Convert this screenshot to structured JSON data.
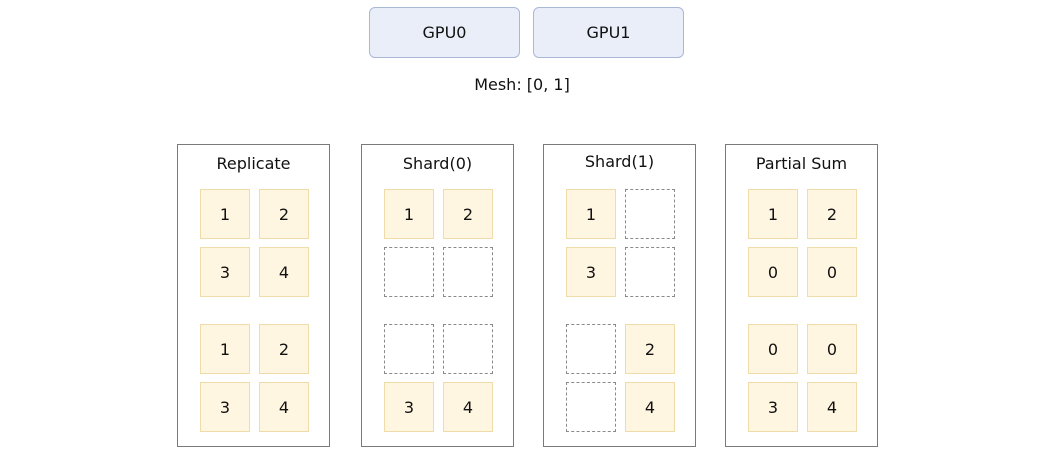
{
  "gpus": [
    {
      "label": "GPU0"
    },
    {
      "label": "GPU1"
    }
  ],
  "mesh_label": "Mesh: [0, 1]",
  "panels": [
    {
      "title": "Replicate",
      "gpu0": [
        [
          "1",
          "2"
        ],
        [
          "3",
          "4"
        ]
      ],
      "gpu1": [
        [
          "1",
          "2"
        ],
        [
          "3",
          "4"
        ]
      ]
    },
    {
      "title": "Shard(0)",
      "gpu0": [
        [
          "1",
          "2"
        ],
        [
          null,
          null
        ]
      ],
      "gpu1": [
        [
          null,
          null
        ],
        [
          "3",
          "4"
        ]
      ]
    },
    {
      "title": "Shard(1)",
      "gpu0": [
        [
          "1",
          null
        ],
        [
          "3",
          null
        ]
      ],
      "gpu1": [
        [
          null,
          "2"
        ],
        [
          null,
          "4"
        ]
      ]
    },
    {
      "title": "Partial Sum",
      "gpu0": [
        [
          "1",
          "2"
        ],
        [
          "0",
          "0"
        ]
      ],
      "gpu1": [
        [
          "0",
          "0"
        ],
        [
          "3",
          "4"
        ]
      ]
    }
  ],
  "colors": {
    "gpu_fill": "#e9eef9",
    "gpu_border": "#aab8d6",
    "cell_fill": "#fff6e1",
    "cell_border": "#f0dca8",
    "empty_border": "#8a8a8a",
    "panel_border": "#7a7a7a"
  }
}
